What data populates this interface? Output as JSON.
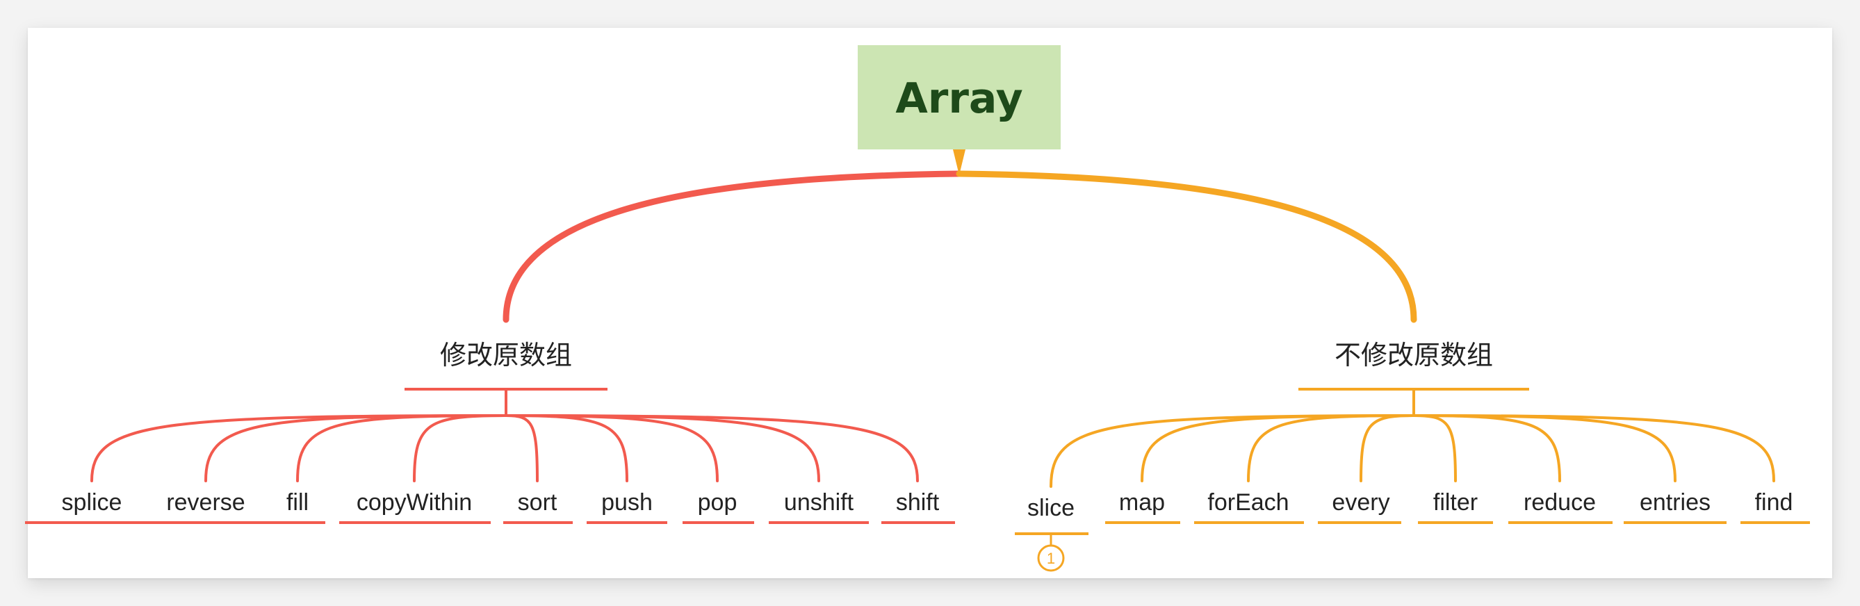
{
  "root": {
    "label": "Array",
    "fill": "#cce5b3",
    "text_color": "#1e4a1a"
  },
  "groups": [
    {
      "label": "修改原数组",
      "color": "#f25a4e",
      "children": [
        "splice",
        "reverse",
        "fill",
        "copyWithin",
        "sort",
        "push",
        "pop",
        "unshift",
        "shift"
      ]
    },
    {
      "label": "不修改原数组",
      "color": "#f5a623",
      "children": [
        "slice",
        "map",
        "forEach",
        "every",
        "filter",
        "reduce",
        "entries",
        "find"
      ]
    }
  ],
  "badge": {
    "on": "slice",
    "label": "1"
  }
}
